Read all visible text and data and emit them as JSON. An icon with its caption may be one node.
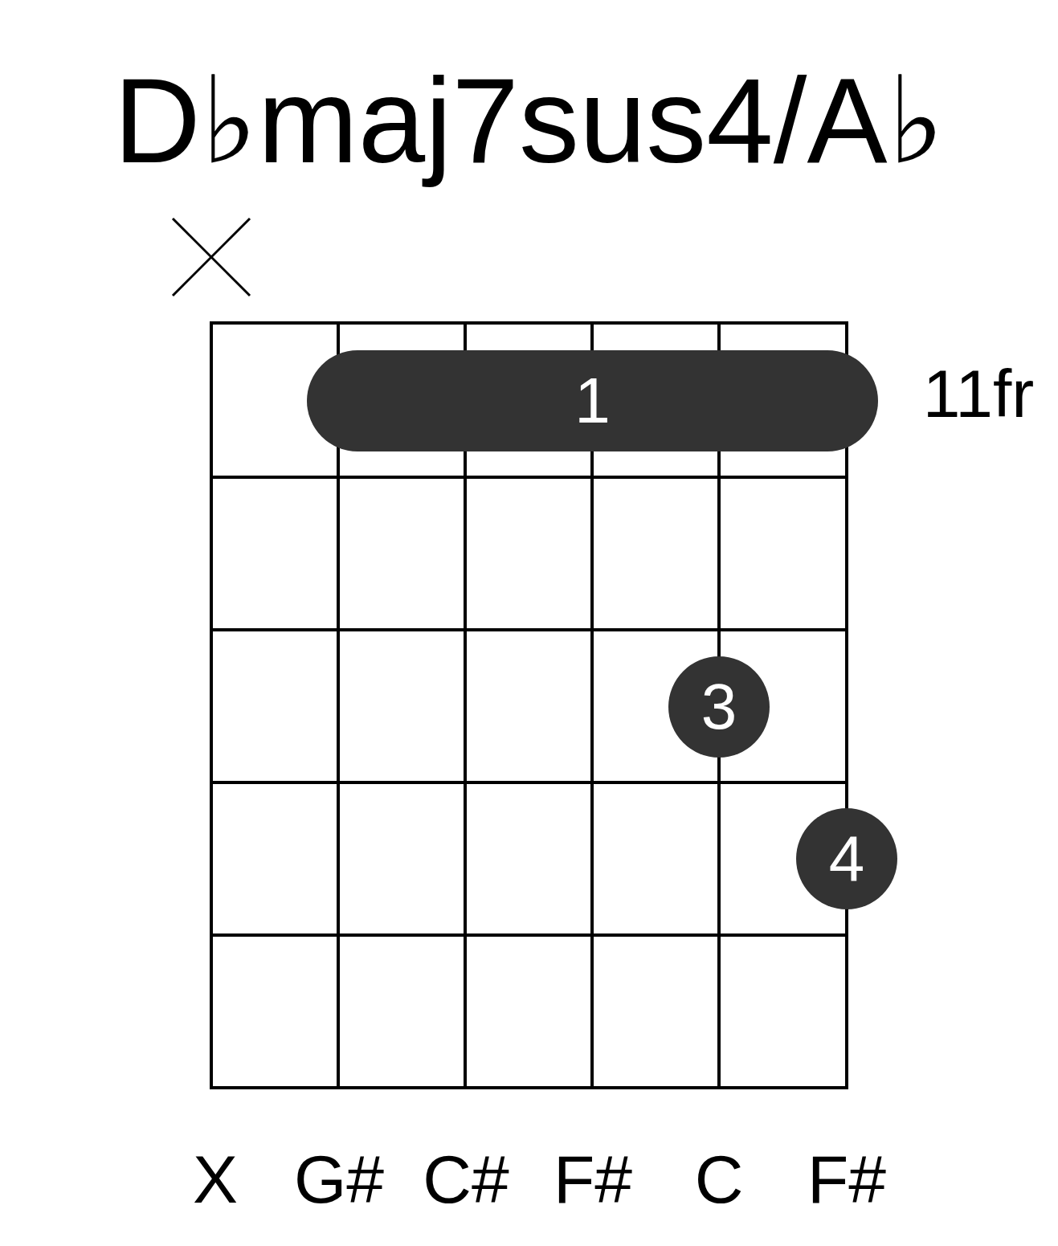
{
  "diagram": {
    "title": "D♭maj7sus4/A♭",
    "nodes": [
      {
        "text": [
          "1"
        ]
      },
      {
        "text": [
          "3"
        ]
      },
      {
        "text": [
          "4"
        ]
      }
    ],
    "labels": [
      "11fr",
      "X",
      "G#",
      "C#",
      "F#",
      "C",
      "F#"
    ]
  }
}
